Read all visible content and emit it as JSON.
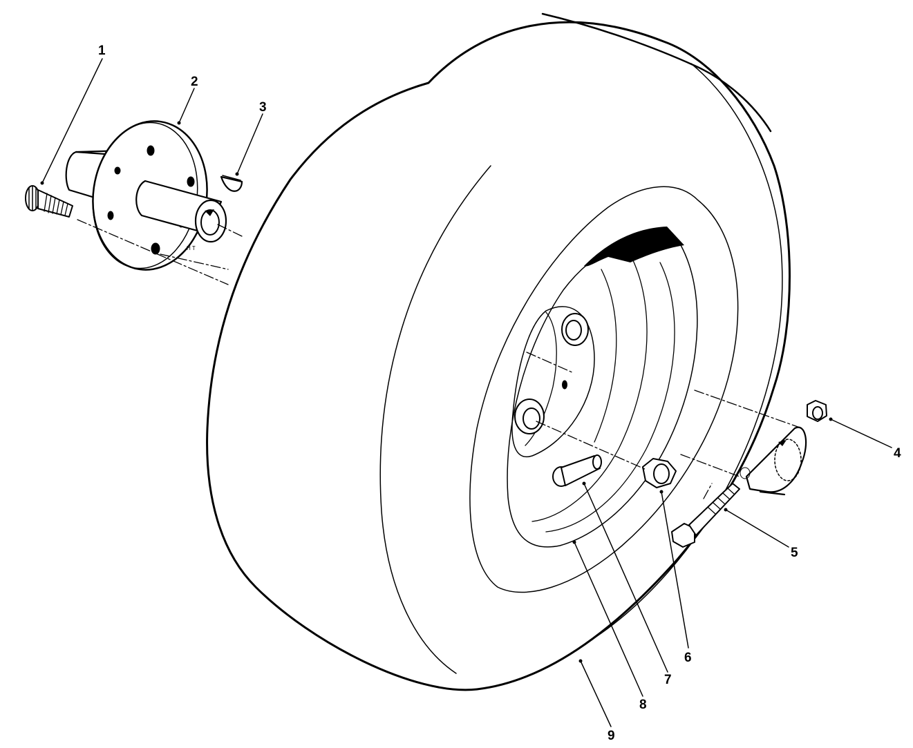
{
  "colors": {
    "ink": "#000000",
    "paper": "#ffffff"
  },
  "callouts": [
    {
      "label": "1"
    },
    {
      "label": "2"
    },
    {
      "label": "3"
    },
    {
      "label": "4"
    },
    {
      "label": "5"
    },
    {
      "label": "6"
    },
    {
      "label": "7"
    },
    {
      "label": "8"
    },
    {
      "label": "9"
    }
  ],
  "hub_marking": "H T"
}
